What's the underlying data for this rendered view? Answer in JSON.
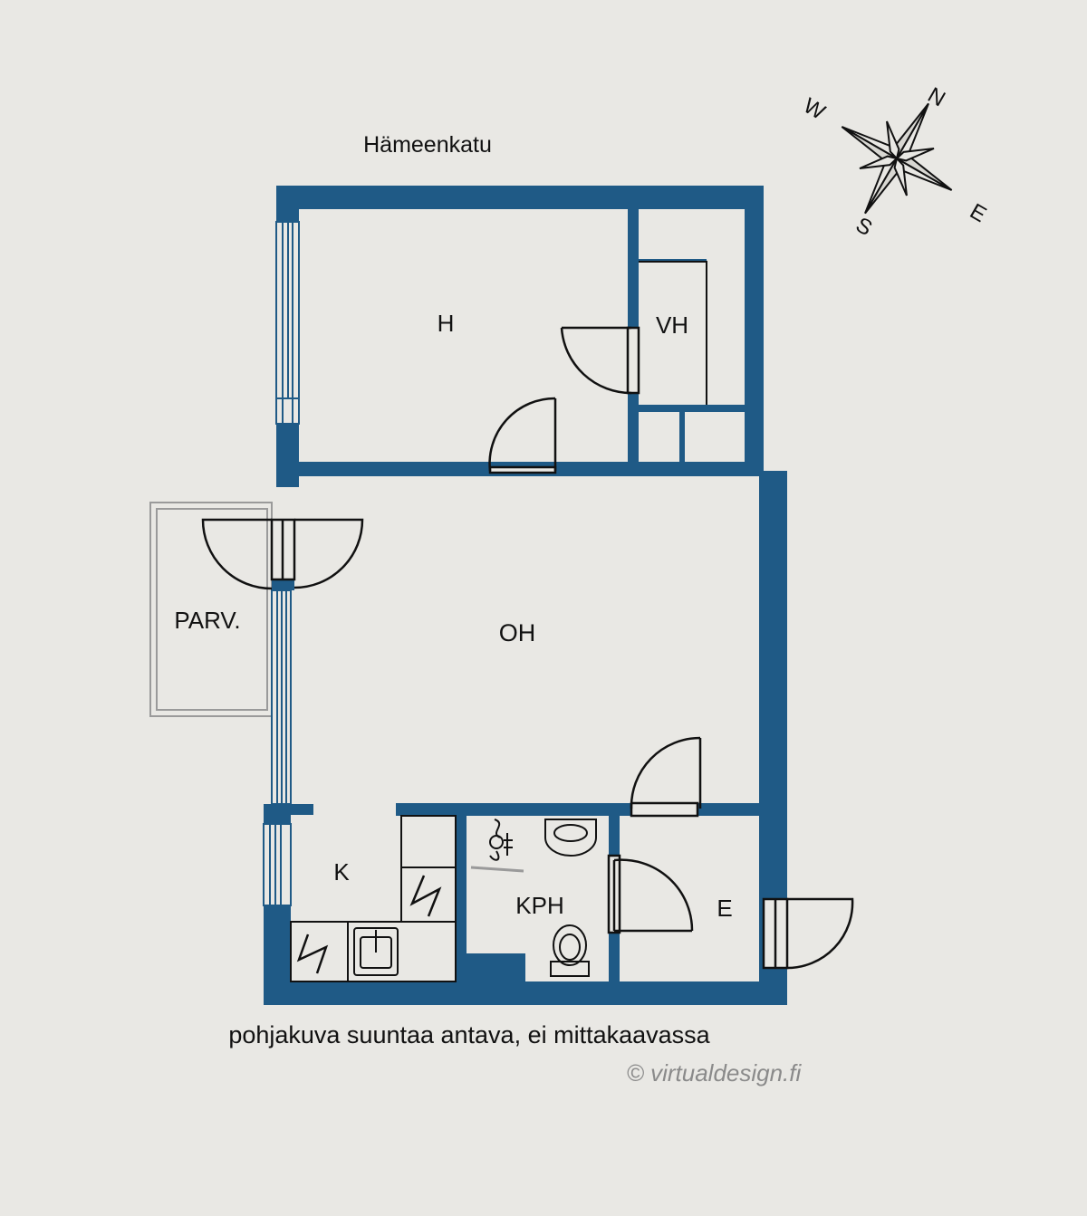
{
  "street_label": "Hämeenkatu",
  "rooms": {
    "bedroom": "H",
    "walk_in_closet": "VH",
    "balcony": "PARV.",
    "living_room": "OH",
    "kitchen": "K",
    "bathroom": "KPH",
    "hall": "E"
  },
  "compass": {
    "north": "N",
    "south": "S",
    "east": "E",
    "west": "W"
  },
  "footer": {
    "disclaimer": "pohjakuva suuntaa antava, ei mittakaavassa",
    "copyright": "© virtualdesign.fi"
  },
  "colors": {
    "wall": "#1f5a86",
    "line": "#111111",
    "paper": "#e9e8e4",
    "light_line": "#9a9a9a"
  }
}
